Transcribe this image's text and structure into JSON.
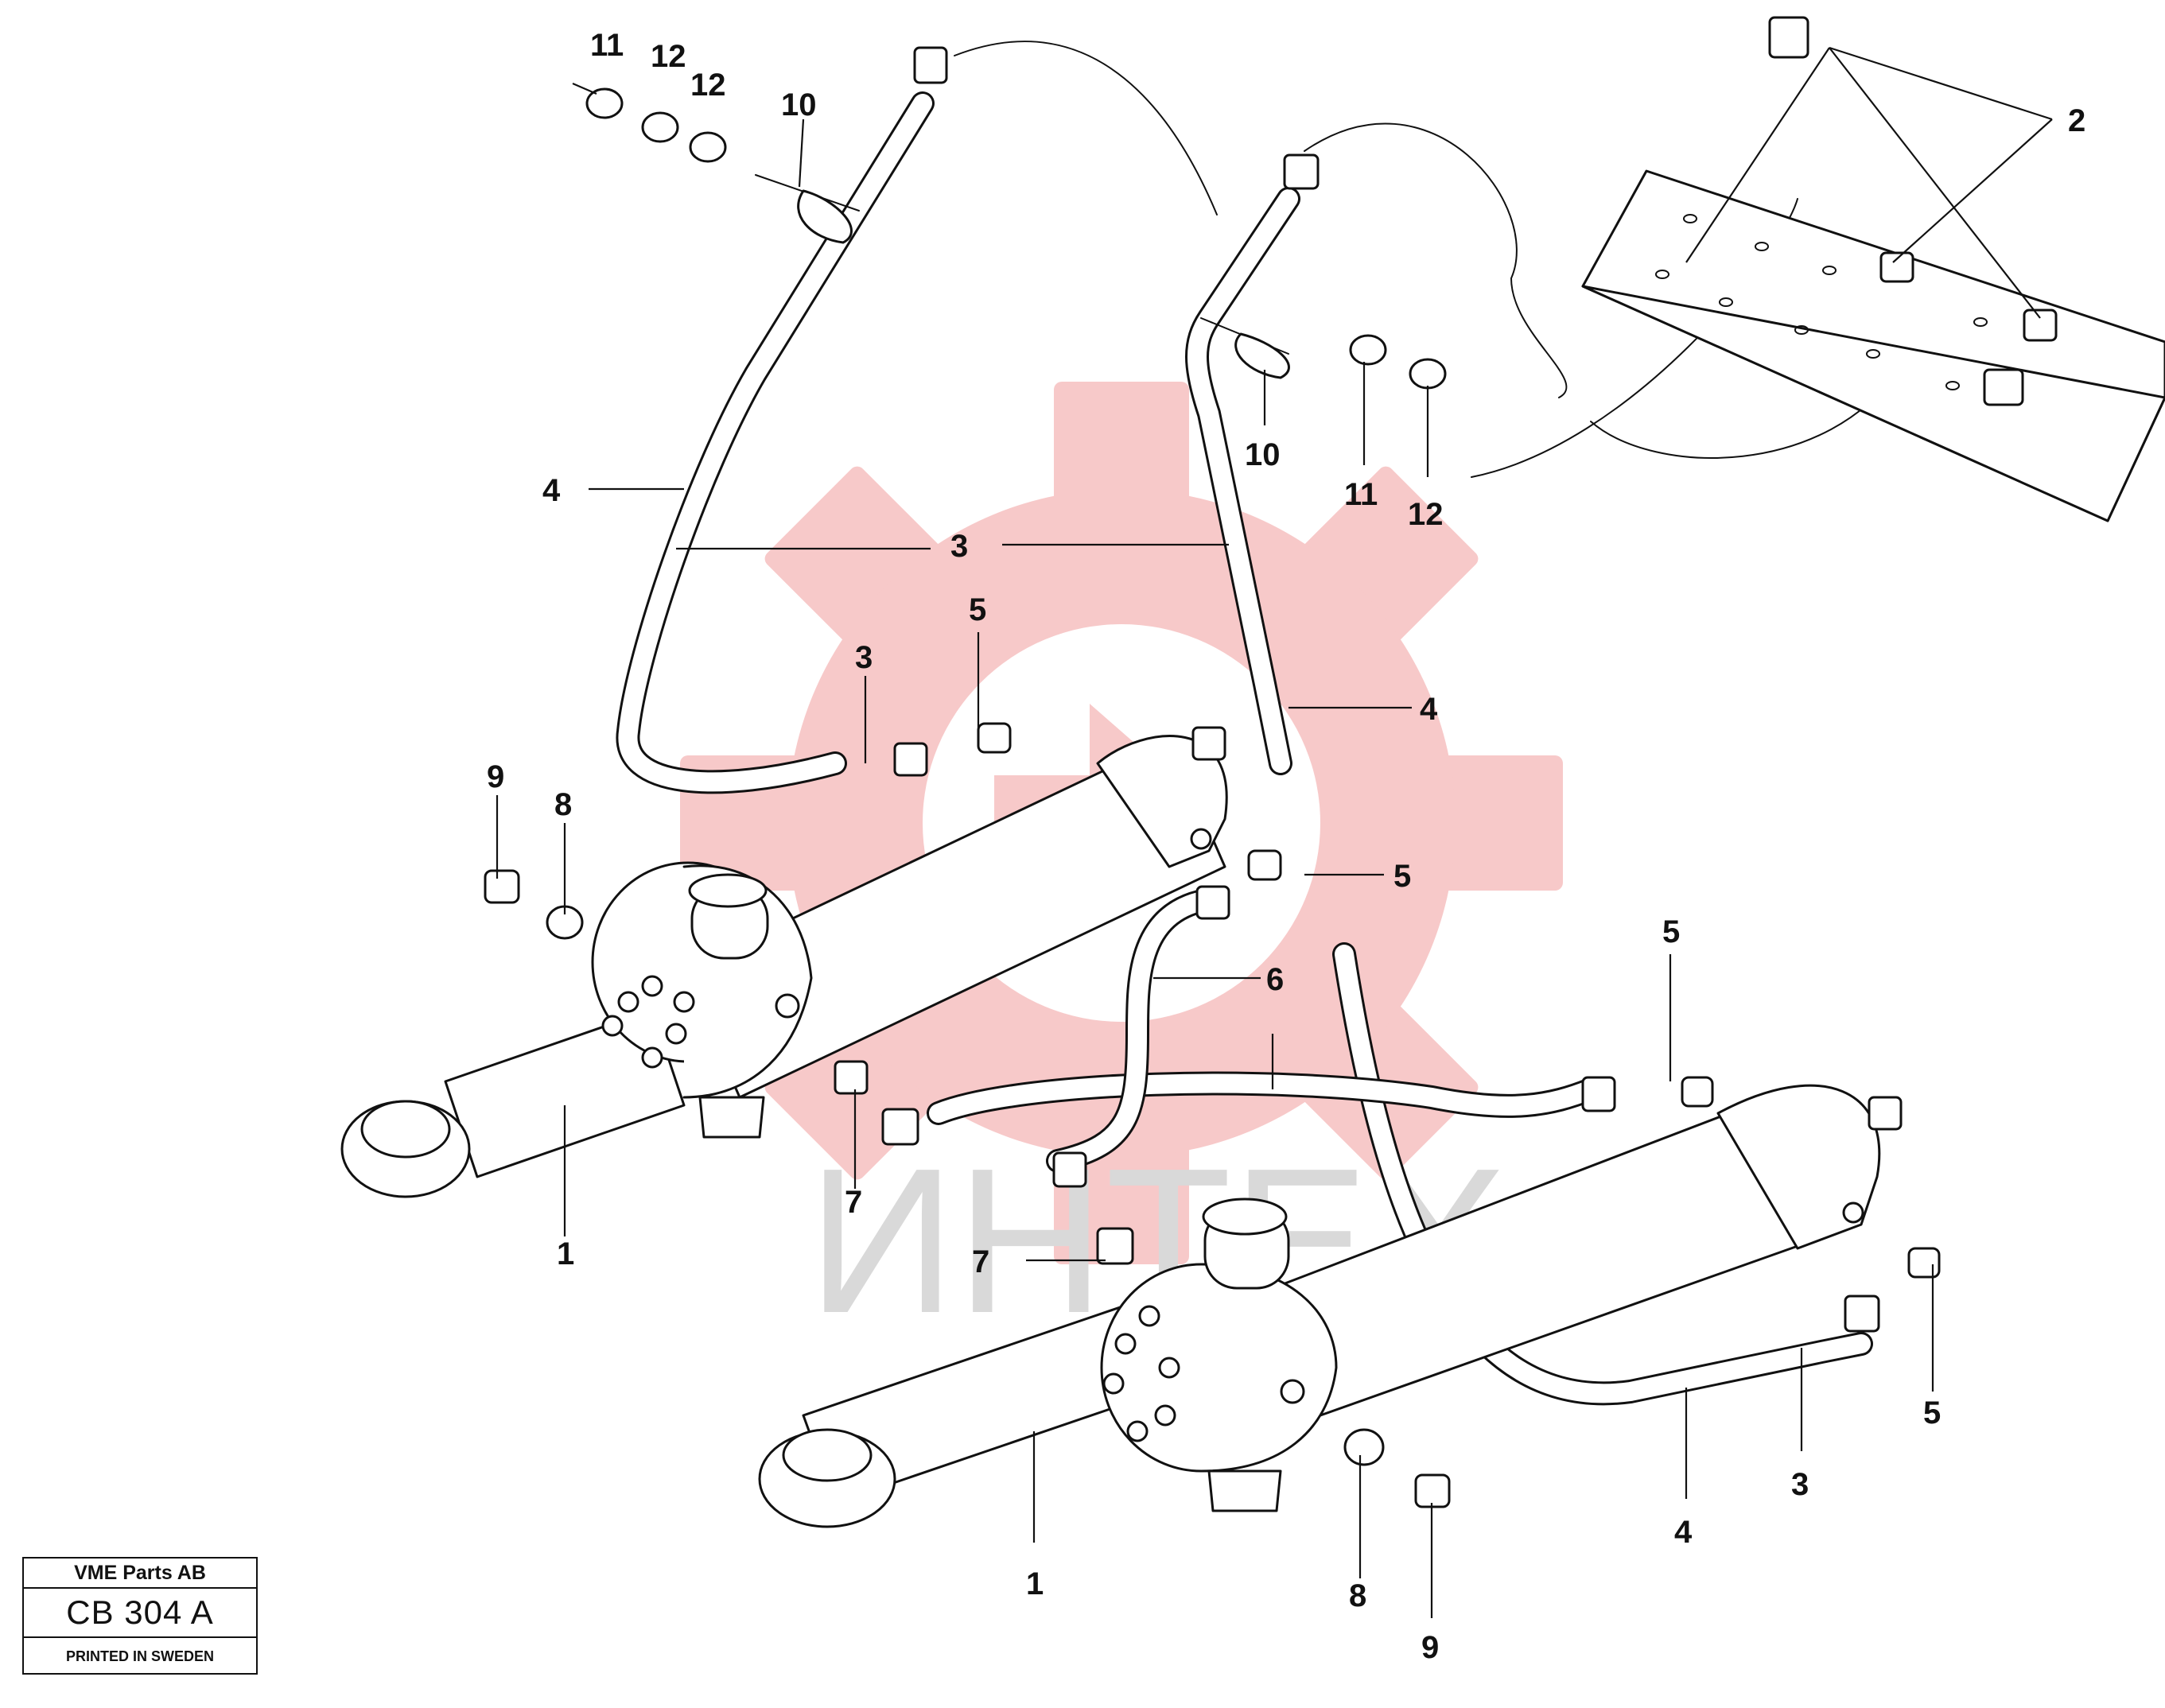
{
  "diagram": {
    "watermark": {
      "text": "ИНТЕХ",
      "gear_color": "#f7c9c9",
      "text_color": "#d9d9d9"
    },
    "callouts": [
      {
        "id": "c-11-top",
        "label": "11"
      },
      {
        "id": "c-12-top-a",
        "label": "12"
      },
      {
        "id": "c-12-top-b",
        "label": "12"
      },
      {
        "id": "c-10-top",
        "label": "10"
      },
      {
        "id": "c-2",
        "label": "2"
      },
      {
        "id": "c-4-left",
        "label": "4"
      },
      {
        "id": "c-3-mid",
        "label": "3"
      },
      {
        "id": "c-10-mid",
        "label": "10"
      },
      {
        "id": "c-11-mid",
        "label": "11"
      },
      {
        "id": "c-12-mid",
        "label": "12"
      },
      {
        "id": "c-3-left",
        "label": "3"
      },
      {
        "id": "c-5-top",
        "label": "5"
      },
      {
        "id": "c-4-mid",
        "label": "4"
      },
      {
        "id": "c-9-top",
        "label": "9"
      },
      {
        "id": "c-8-top",
        "label": "8"
      },
      {
        "id": "c-5-mid",
        "label": "5"
      },
      {
        "id": "c-6",
        "label": "6"
      },
      {
        "id": "c-5-right-top",
        "label": "5"
      },
      {
        "id": "c-7-top",
        "label": "7"
      },
      {
        "id": "c-1-top",
        "label": "1"
      },
      {
        "id": "c-7-bottom",
        "label": "7"
      },
      {
        "id": "c-5-right-bottom",
        "label": "5"
      },
      {
        "id": "c-3-bottom",
        "label": "3"
      },
      {
        "id": "c-4-bottom",
        "label": "4"
      },
      {
        "id": "c-1-bottom",
        "label": "1"
      },
      {
        "id": "c-8-bottom",
        "label": "8"
      },
      {
        "id": "c-9-bottom",
        "label": "9"
      }
    ]
  },
  "title_block": {
    "company": "VME Parts AB",
    "code": "CB 304 A",
    "printed": "PRINTED IN SWEDEN"
  }
}
